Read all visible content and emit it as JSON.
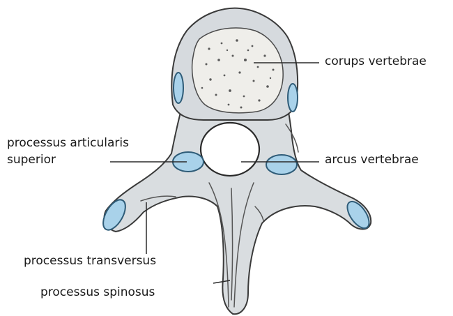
{
  "labels": {
    "corpus": "corups vertebrae",
    "articularis_line1": "processus articularis",
    "articularis_line2": "superior",
    "arcus": "arcus vertebrae",
    "transversus": "processus transversus",
    "spinosus": "processus spinosus"
  },
  "colors": {
    "bone": "#d9dde0",
    "facet": "#a9d2ea",
    "outline": "#3a3a3a"
  }
}
